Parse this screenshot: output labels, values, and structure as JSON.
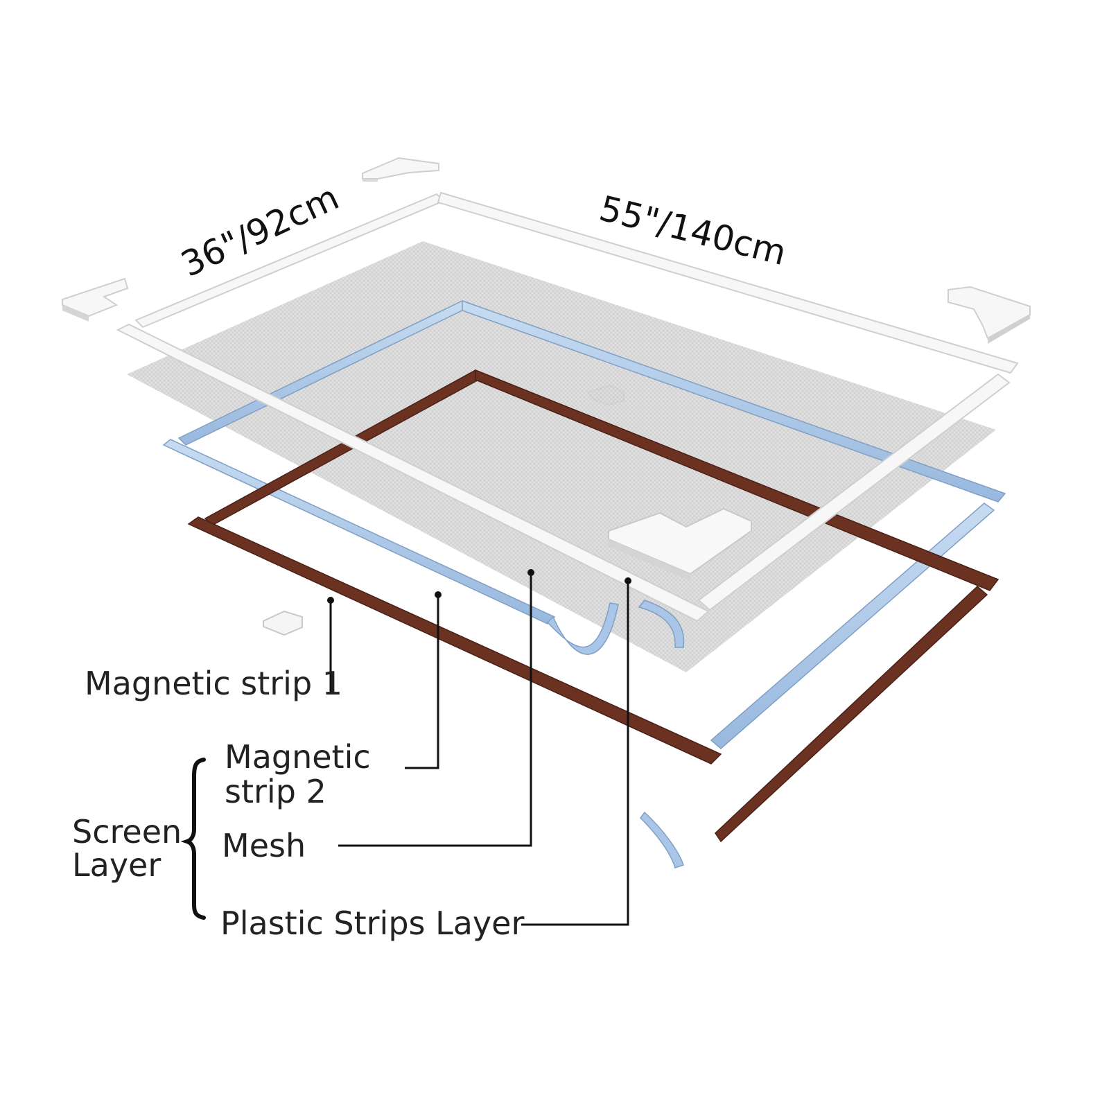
{
  "dimensions": {
    "width_label": "36\"/92cm",
    "length_label": "55\"/140cm"
  },
  "callouts": {
    "magnetic_strip_1": "Magnetic strip 1",
    "magnetic_strip_2_line1": "Magnetic",
    "magnetic_strip_2_line2": "strip 2",
    "mesh": "Mesh",
    "plastic_strips": "Plastic Strips Layer"
  },
  "screen_layer": {
    "line1": "Screen",
    "line2": "Layer"
  },
  "colors": {
    "frame_white": "#f7f7f7",
    "frame_edge": "#cfcfcf",
    "mesh_gray": "#d6d6d6",
    "magnetic_blue": "#a9c6e8",
    "magnetic_blue_edge": "#7f9fc4",
    "brown_strip": "#6b3222",
    "brown_edge": "#4a2016"
  }
}
